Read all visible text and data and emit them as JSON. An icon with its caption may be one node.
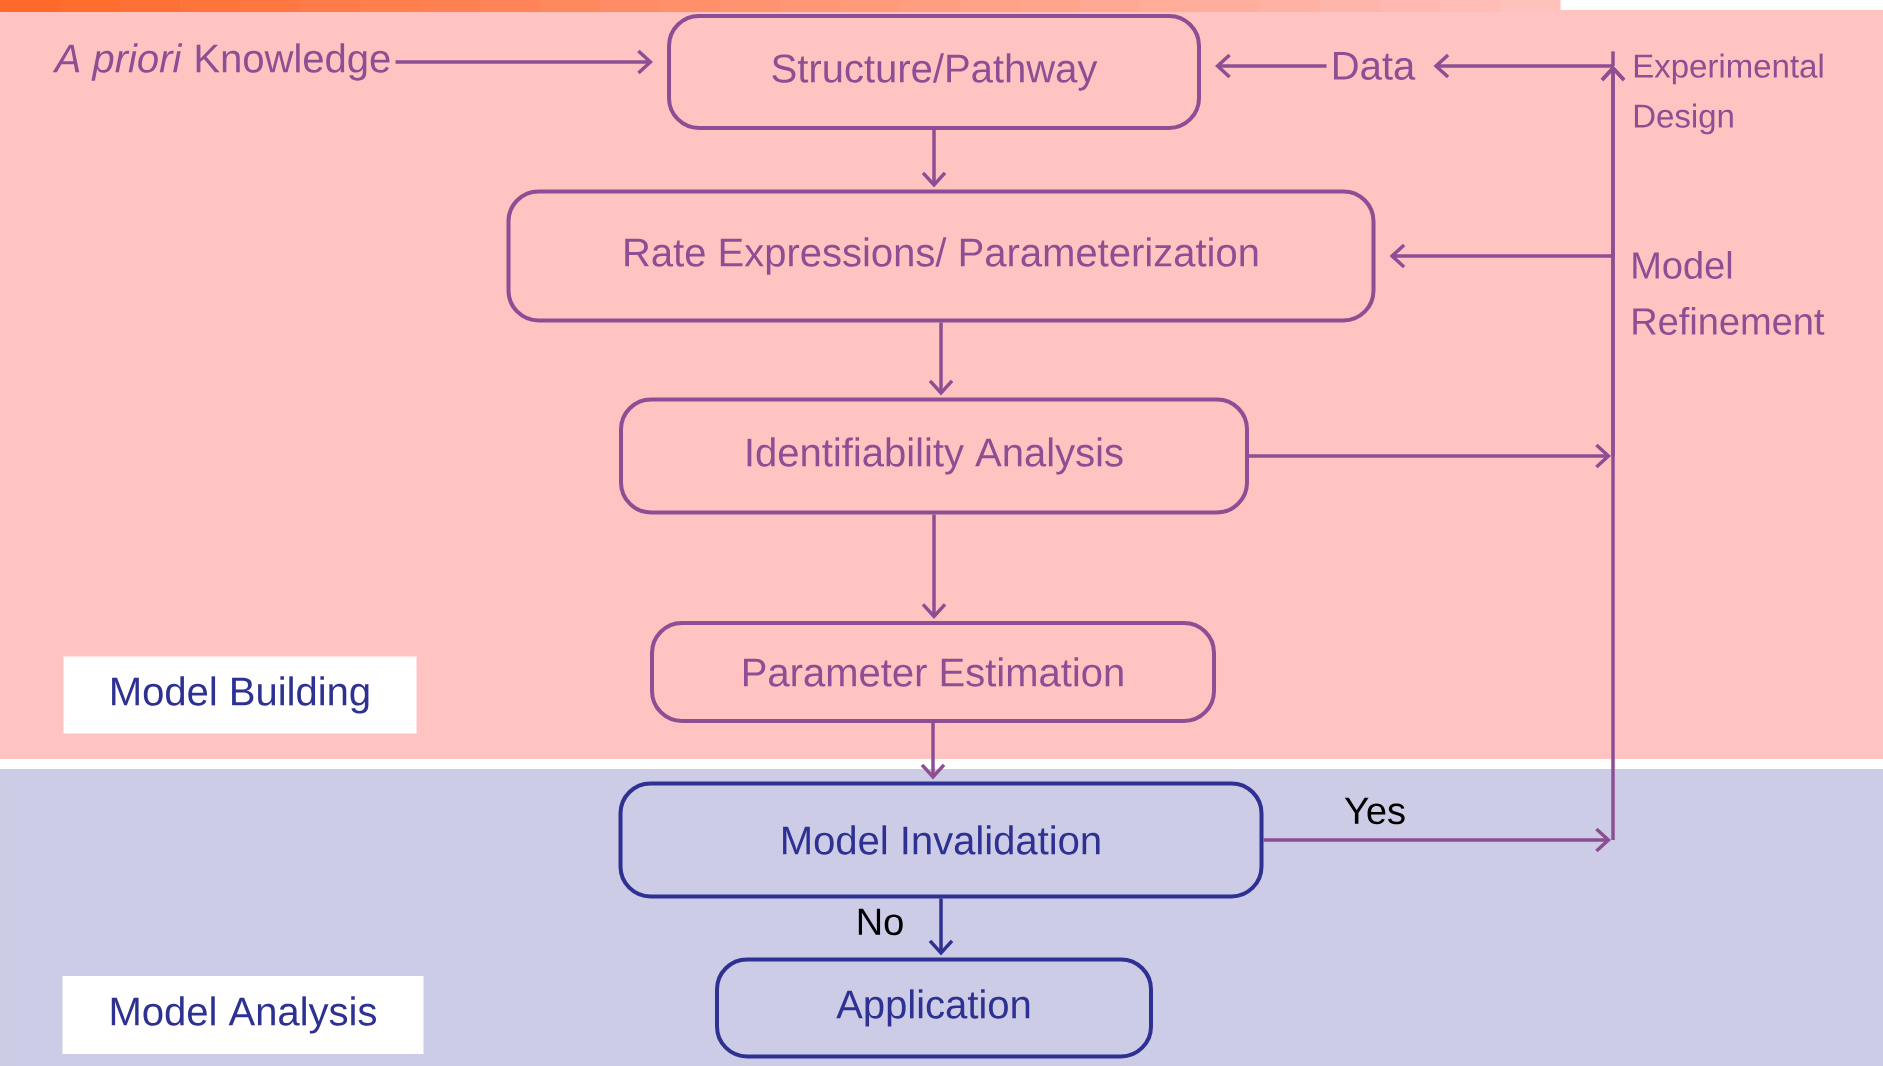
{
  "diagram": {
    "nodes": [
      {
        "text": [
          "*A priori* Knowledge"
        ]
      },
      {
        "text": [
          "Structure/Pathway"
        ]
      },
      {
        "text": [
          "Data"
        ]
      },
      {
        "text": [
          "Experimental Design"
        ]
      },
      {
        "text": [
          "Rate Expressions/ Parameterization"
        ]
      },
      {
        "text": [
          "Model Refinement"
        ]
      },
      {
        "text": [
          "Identifiability Analysis"
        ]
      },
      {
        "text": [
          "Parameter Estimation"
        ]
      },
      {
        "text": [
          "Model Building"
        ]
      },
      {
        "text": [
          "Model Invalidation"
        ]
      },
      {
        "text": [
          "Application"
        ]
      },
      {
        "text": [
          "Model Analysis"
        ]
      }
    ],
    "edges": [
      {
        "from": 0,
        "to": 1,
        "arrow": "to"
      },
      {
        "from": 2,
        "to": 1,
        "arrow": "to"
      },
      {
        "from": 3,
        "to": 2,
        "arrow": "to"
      },
      {
        "from": 1,
        "to": 4,
        "arrow": "to"
      },
      {
        "from": 5,
        "to": 4,
        "arrow": "to"
      },
      {
        "from": 4,
        "to": 6,
        "arrow": "to"
      },
      {
        "from": 6,
        "to": 3,
        "arrow": "to"
      },
      {
        "from": 6,
        "to": 7,
        "arrow": "to"
      },
      {
        "from": 7,
        "to": 9,
        "arrow": "to"
      },
      {
        "from": 9,
        "to": 3,
        "arrow": "to",
        "label": "Yes"
      },
      {
        "from": 9,
        "to": 10,
        "arrow": "to",
        "label": "No",
        "color": "#2e3192"
      }
    ]
  }
}
